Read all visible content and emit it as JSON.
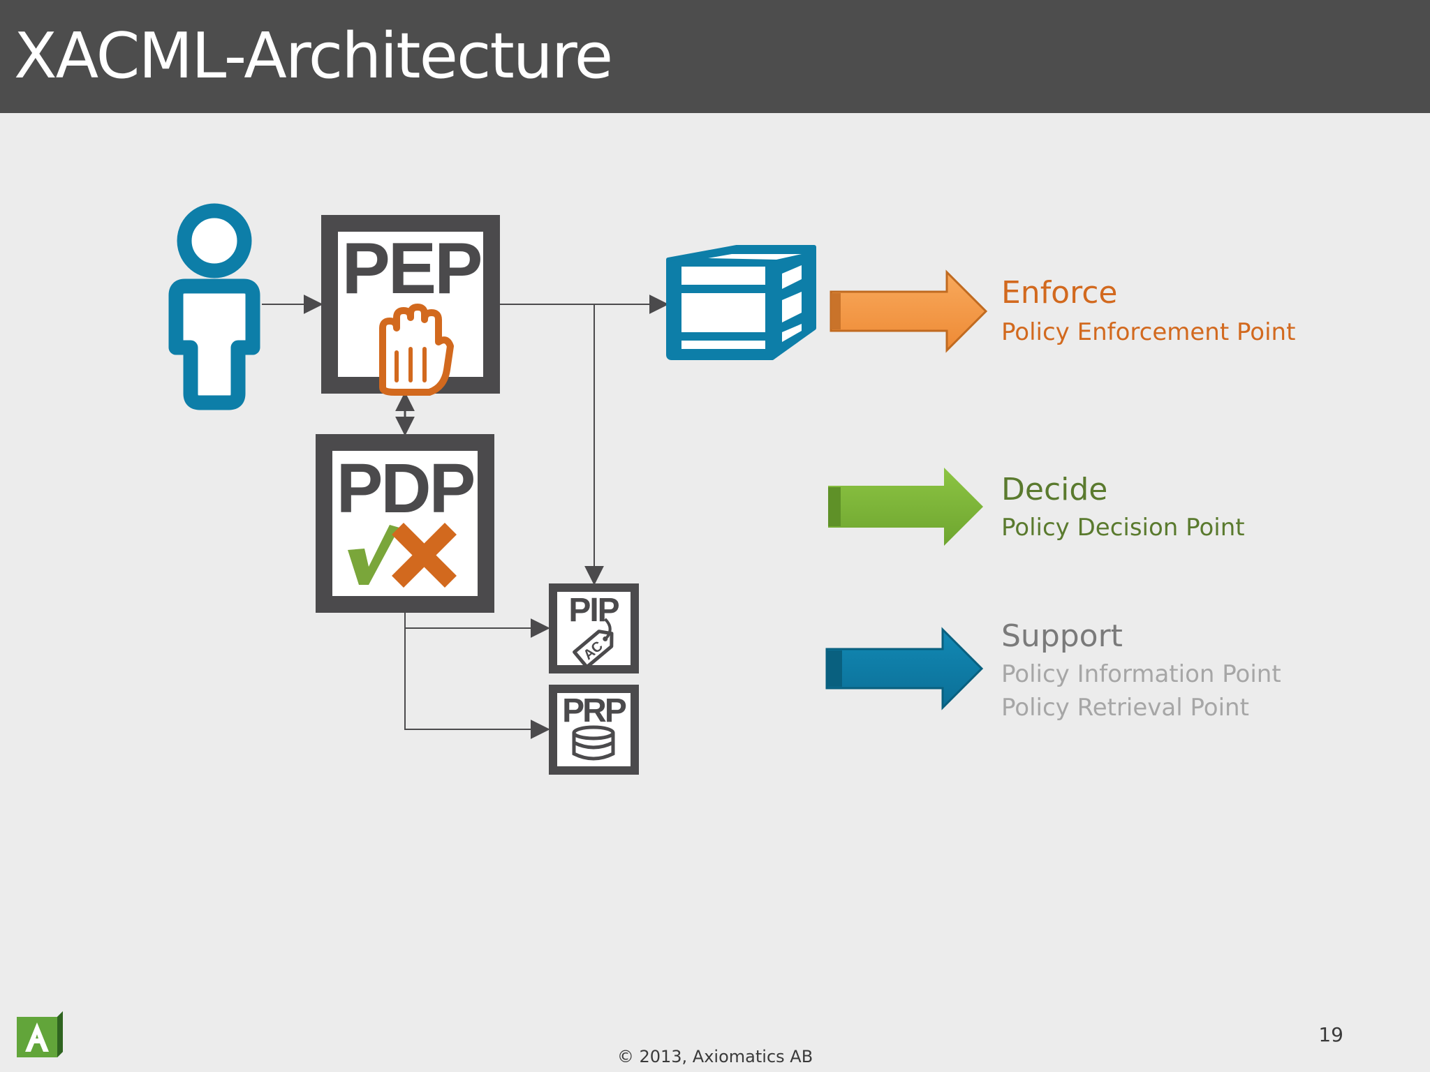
{
  "slide": {
    "title": "XACML-Architecture",
    "page_number": "19",
    "footer": "© 2013, Axiomatics AB"
  },
  "diagram": {
    "boxes": {
      "pep": "PEP",
      "pdp": "PDP",
      "pip": "PIP",
      "prp": "PRP"
    }
  },
  "legend": {
    "enforce": {
      "heading": "Enforce",
      "sub": [
        "Policy Enforcement Point"
      ],
      "color": "#f39642"
    },
    "decide": {
      "heading": "Decide",
      "sub": [
        "Policy Decision Point"
      ],
      "color": "#7ab03a"
    },
    "support": {
      "heading": "Support",
      "sub": [
        "Policy Information Point",
        "Policy Retrieval Point"
      ],
      "color": "#0d7ea8"
    }
  },
  "colors": {
    "title_bar": "#4d4d4d",
    "background": "#ececec",
    "box_frame": "#4b4a4c",
    "user_blue": "#0d7ea8",
    "hand_orange": "#d2691e",
    "check_green": "#7aa63a",
    "cross_orange": "#d2691e"
  },
  "icons": [
    "user-icon",
    "hand-stop-icon",
    "check-icon",
    "cross-icon",
    "tag-icon",
    "database-icon",
    "resource-box-icon",
    "axiomatics-logo-icon"
  ]
}
